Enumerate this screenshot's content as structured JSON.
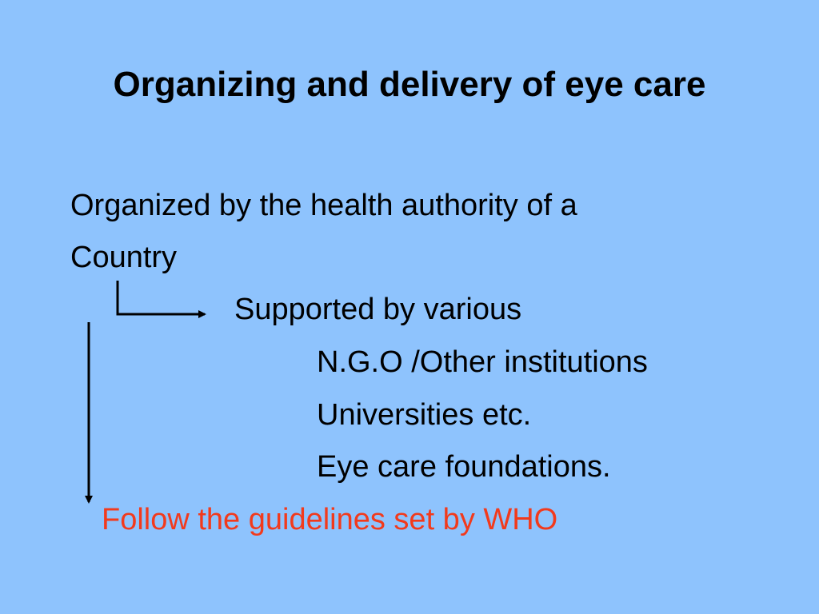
{
  "slide": {
    "title": "Organizing and delivery of eye care",
    "line1": "Organized by the health authority of a",
    "line2": "Country",
    "line3": "Supported by various",
    "line4": "N.G.O /Other institutions",
    "line5": "Universities etc.",
    "line6": "Eye care foundations.",
    "line7": "Follow the guidelines set by WHO"
  },
  "colors": {
    "background": "#8ec3fd",
    "text": "#000000",
    "highlight": "#f23a1c"
  }
}
